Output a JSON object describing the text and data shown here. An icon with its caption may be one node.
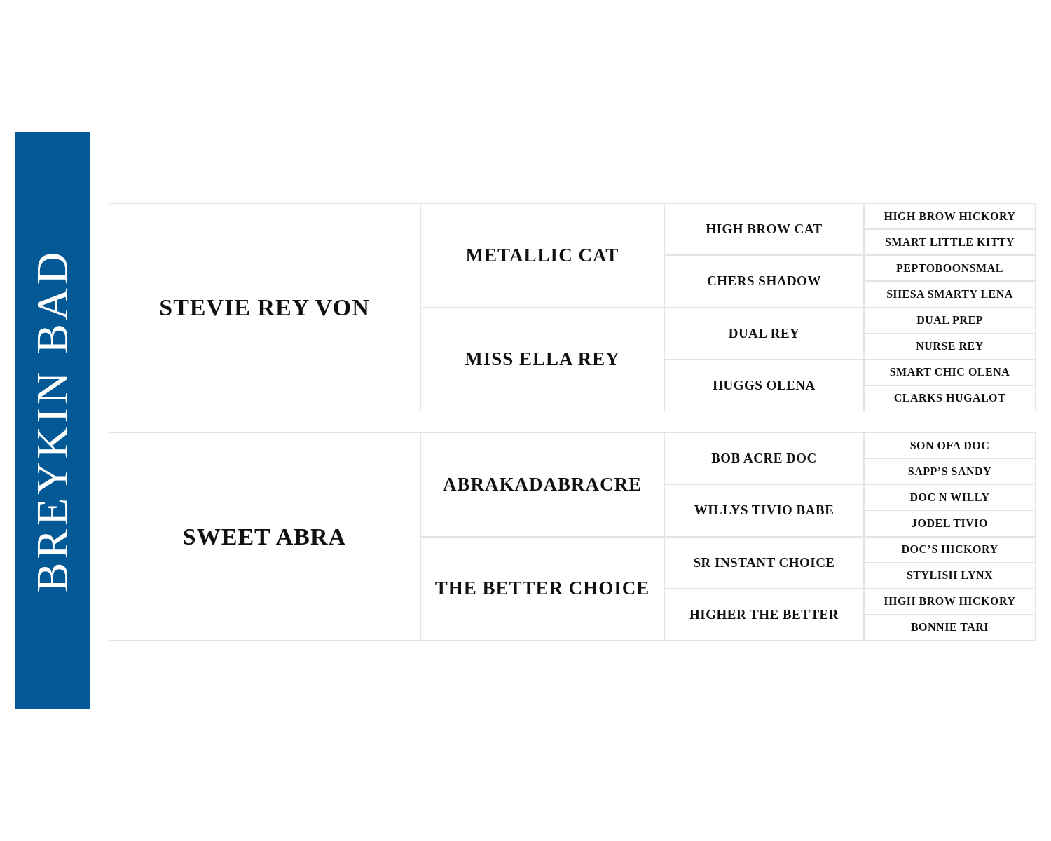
{
  "diagram": {
    "nodes": [
      {
        "text": [
          "BREYKIN BAD"
        ]
      },
      {
        "text": [
          "STEVIE REY VON"
        ]
      },
      {
        "text": [
          "METALLIC CAT"
        ]
      },
      {
        "text": [
          "HIGH BROW CAT"
        ]
      },
      {
        "text": [
          "HIGH BROW HICKORY"
        ]
      },
      {
        "text": [
          "SMART LITTLE KITTY"
        ]
      },
      {
        "text": [
          "CHERS SHADOW"
        ]
      },
      {
        "text": [
          "PEPTOBOONSMAL"
        ]
      },
      {
        "text": [
          "SHESA SMARTY LENA"
        ]
      },
      {
        "text": [
          "MISS ELLA REY"
        ]
      },
      {
        "text": [
          "DUAL REY"
        ]
      },
      {
        "text": [
          "DUAL PREP"
        ]
      },
      {
        "text": [
          "NURSE REY"
        ]
      },
      {
        "text": [
          "HUGGS OLENA"
        ]
      },
      {
        "text": [
          "SMART CHIC OLENA"
        ]
      },
      {
        "text": [
          "CLARKS HUGALOT"
        ]
      },
      {
        "text": [
          "SWEET ABRA"
        ]
      },
      {
        "text": [
          "ABRAKADABRACRE"
        ]
      },
      {
        "text": [
          "BOB ACRE DOC"
        ]
      },
      {
        "text": [
          "SON OFA DOC"
        ]
      },
      {
        "text": [
          "SAPP’S SANDY"
        ]
      },
      {
        "text": [
          "WILLYS TIVIO BABE"
        ]
      },
      {
        "text": [
          "DOC N WILLY"
        ]
      },
      {
        "text": [
          "JODEL TIVIO"
        ]
      },
      {
        "text": [
          "THE BETTER CHOICE"
        ]
      },
      {
        "text": [
          "SR INSTANT CHOICE"
        ]
      },
      {
        "text": [
          "DOC’S HICKORY"
        ]
      },
      {
        "text": [
          "STYLISH LYNX"
        ]
      },
      {
        "text": [
          "HIGHER THE BETTER"
        ]
      },
      {
        "text": [
          "HIGH BROW HICKORY"
        ]
      },
      {
        "text": [
          "BONNIE TARI"
        ]
      }
    ]
  }
}
